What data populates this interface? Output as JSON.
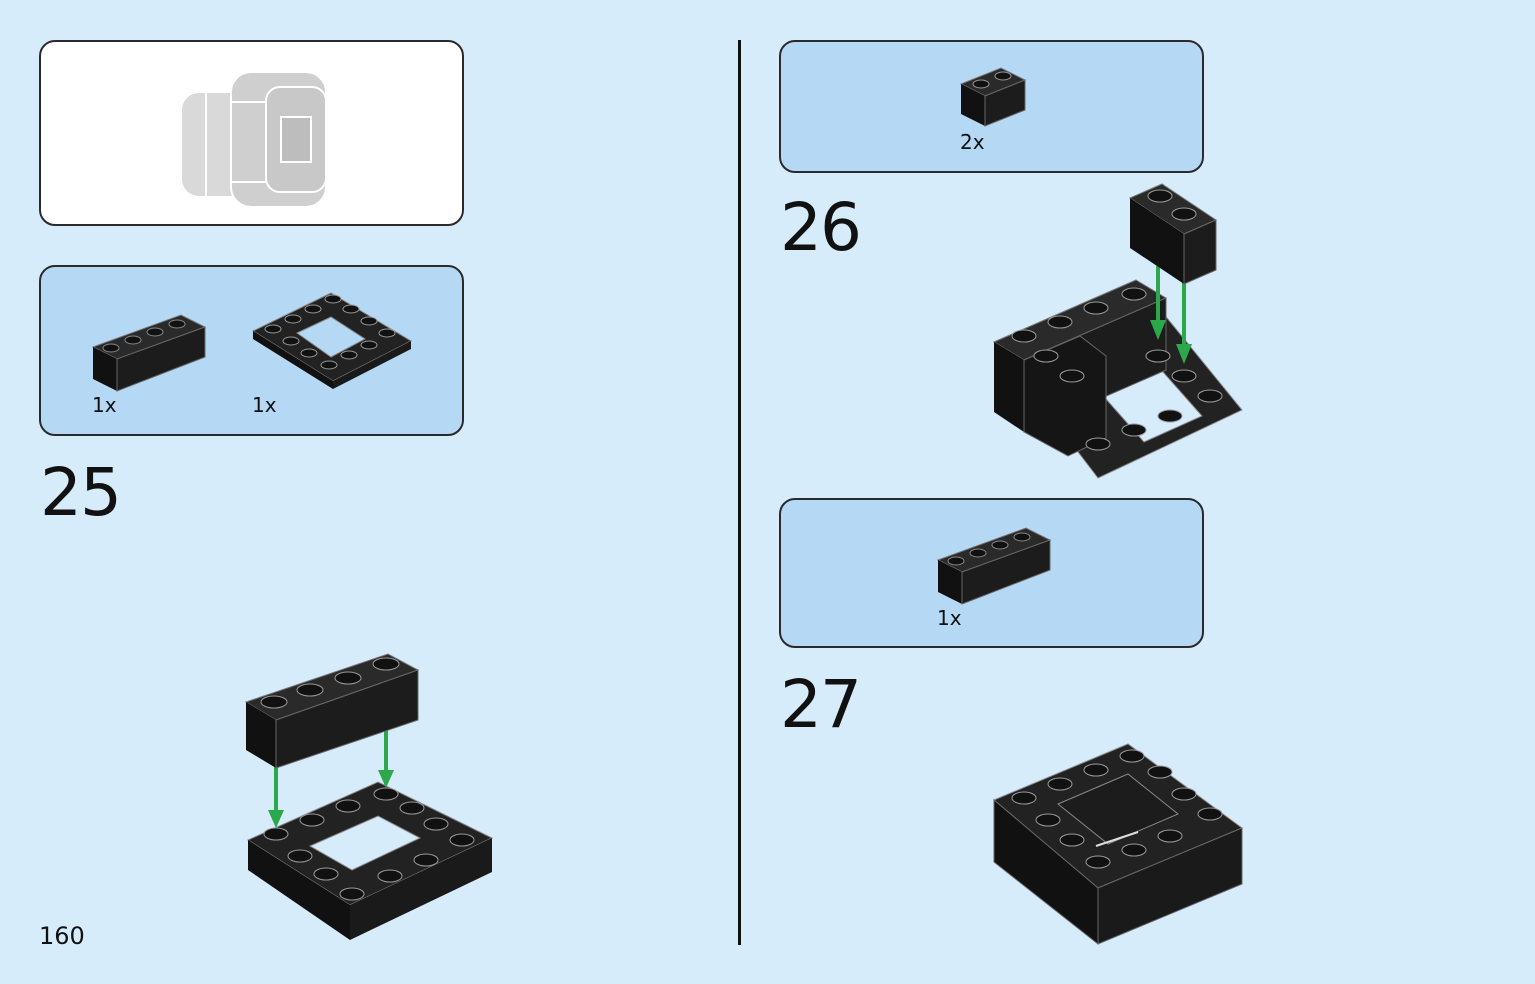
{
  "page": {
    "number": "160"
  },
  "steps": [
    {
      "number": "25",
      "parts": [
        {
          "qty": "1x",
          "type": "brick-1x4"
        },
        {
          "qty": "1x",
          "type": "plate-4x4-frame"
        }
      ]
    },
    {
      "number": "26",
      "parts": [
        {
          "qty": "2x",
          "type": "brick-1x2"
        }
      ]
    },
    {
      "number": "27",
      "parts": [
        {
          "qty": "1x",
          "type": "brick-1x4"
        }
      ]
    }
  ],
  "colors": {
    "background": "#d6ecfb",
    "panel_blue": "#b5d8f5",
    "panel_white": "#ffffff",
    "brick": "#1c1c1c",
    "arrow": "#2aa84a",
    "preview": "#cfcfcf"
  }
}
